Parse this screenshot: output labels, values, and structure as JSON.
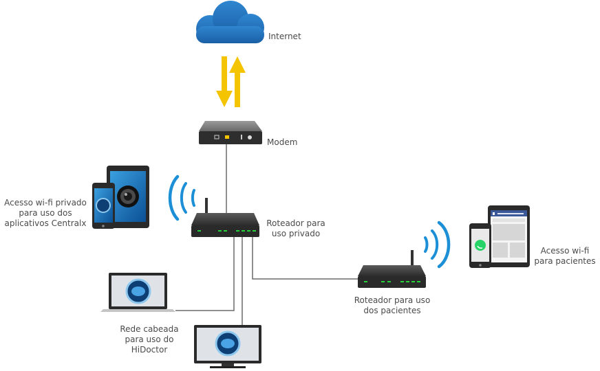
{
  "labels": {
    "internet": "Internet",
    "modem": "Modem",
    "private_router": "Roteador para\nuso privado",
    "patient_router": "Roteador para uso\ndos pacientes",
    "private_wifi": "Acesso wi-fi privado\npara uso dos\naplicativos Centralx",
    "patient_wifi": "Acesso wi-fi\npara pacientes",
    "wired_network": "Rede cabeada\npara uso do\nHiDoctor"
  },
  "colors": {
    "cloud": "#1f6fb8",
    "arrows": "#f4c400",
    "wifi_waves": "#1c8fd6",
    "device_body": "#3a3a3a",
    "led": "#27d13c",
    "cable": "#6a6a6a"
  },
  "icons": {
    "cloud": "cloud-icon",
    "modem": "modem-icon",
    "router": "router-icon",
    "laptop": "laptop-icon",
    "monitor": "monitor-icon",
    "tablet": "tablet-icon",
    "phone": "phone-icon",
    "wifi": "wifi-signal-icon"
  }
}
